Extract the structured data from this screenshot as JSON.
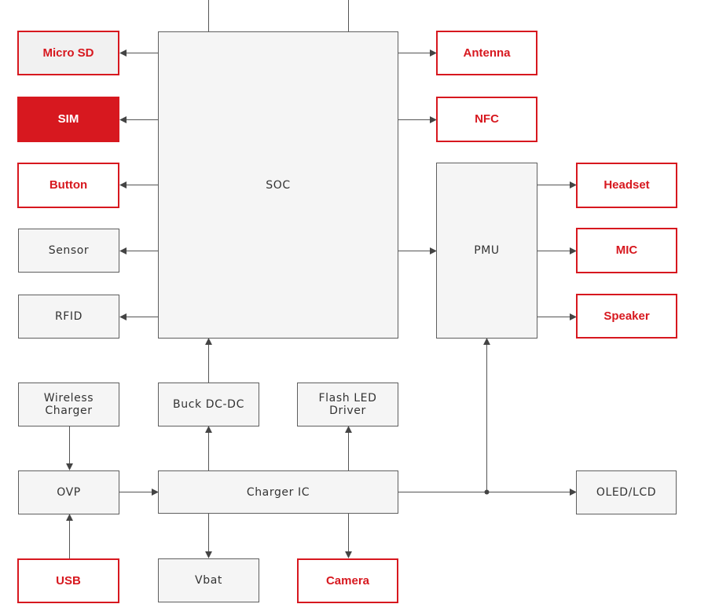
{
  "colors": {
    "accent": "#d7181f",
    "line": "#555555",
    "box_fill": "#f5f5f5",
    "box_border": "#5f5f5f"
  },
  "blocks": {
    "micro_sd": "Micro SD",
    "sim": "SIM",
    "button": "Button",
    "sensor": "Sensor",
    "rfid": "RFID",
    "soc": "SOC",
    "antenna": "Antenna",
    "nfc": "NFC",
    "pmu": "PMU",
    "headset": "Headset",
    "mic": "MIC",
    "speaker": "Speaker",
    "wireless_charger": "Wireless\nCharger",
    "buck_dcdc": "Buck DC-DC",
    "flash_led_driver": "Flash LED\nDriver",
    "ovp": "OVP",
    "charger_ic": "Charger IC",
    "oled_lcd": "OLED/LCD",
    "usb": "USB",
    "vbat": "Vbat",
    "camera": "Camera"
  }
}
